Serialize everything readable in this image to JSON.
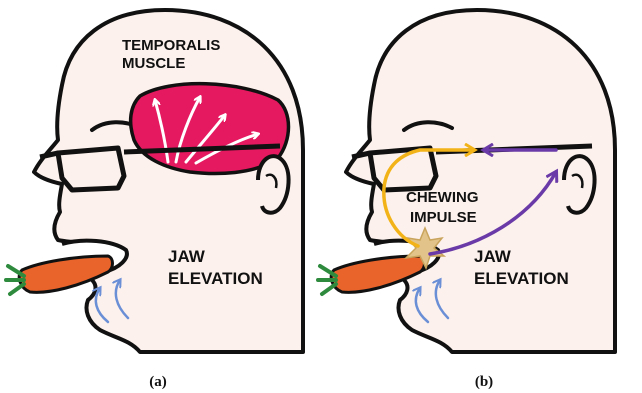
{
  "panels": [
    {
      "caption": "(a)",
      "muscle_label_line1": "TEMPORALIS",
      "muscle_label_line2": "MUSCLE",
      "action_label_line1": "JAW",
      "action_label_line2": "ELEVATION"
    },
    {
      "caption": "(b)",
      "impulse_label_line1": "CHEWING",
      "impulse_label_line2": "IMPULSE",
      "action_label_line1": "JAW",
      "action_label_line2": "ELEVATION"
    }
  ],
  "colors": {
    "skin": "#fcf1ec",
    "outline": "#111111",
    "muscle": "#e5195f",
    "carrot": "#e8642a",
    "carrot_leaves": "#2e8b3e",
    "motion_arrows": "#6b8fd6",
    "impulse_arrow_sensory": "#f2b318",
    "impulse_arrow_motor": "#6a3aa8",
    "impulse_star": "#e2c48a"
  }
}
